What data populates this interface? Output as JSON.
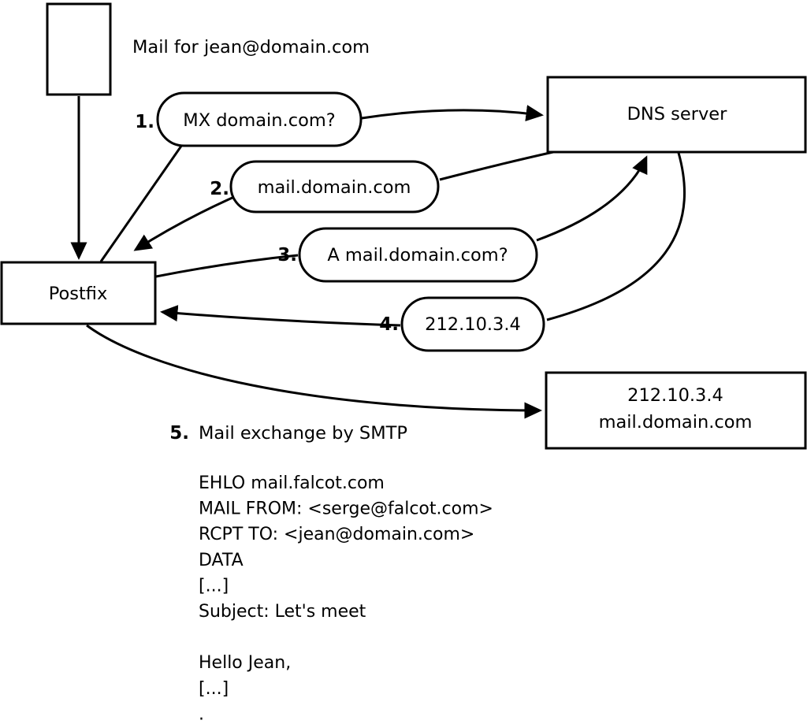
{
  "diagram": {
    "title_note": "Mail for jean@domain.com",
    "nodes": {
      "postfix": {
        "label": "Postfix"
      },
      "dns": {
        "label": "DNS server"
      },
      "mail_server": {
        "line1": "212.10.3.4",
        "line2": "mail.domain.com"
      }
    },
    "steps": [
      {
        "num": "1.",
        "label": "MX domain.com?"
      },
      {
        "num": "2.",
        "label": "mail.domain.com"
      },
      {
        "num": "3.",
        "label": "A mail.domain.com?"
      },
      {
        "num": "4.",
        "label": "212.10.3.4"
      },
      {
        "num": "5.",
        "label": "Mail exchange by SMTP"
      }
    ],
    "smtp_session": [
      "EHLO mail.falcot.com",
      "MAIL FROM: <serge@falcot.com>",
      "RCPT TO: <jean@domain.com>",
      "DATA",
      "[...]",
      "Subject: Let's meet",
      "",
      "Hello Jean,",
      "[...]",
      "."
    ],
    "colors": {
      "stroke": "#000000",
      "background": "#ffffff"
    }
  }
}
